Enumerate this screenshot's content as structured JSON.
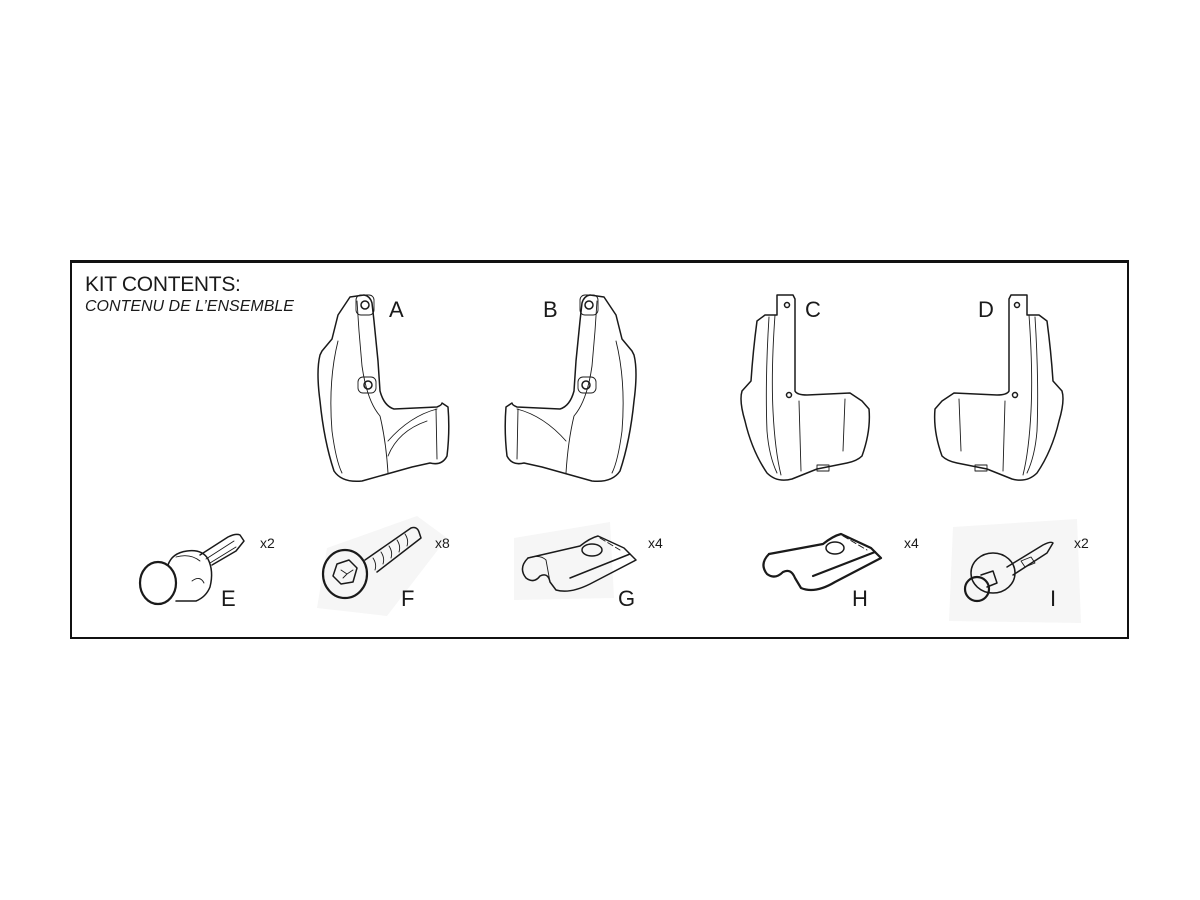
{
  "header": {
    "title": "KIT CONTENTS:",
    "subtitle": "CONTENU DE L’ENSEMBLE"
  },
  "parts": [
    {
      "letter": "A",
      "type": "front-mud-flap-left",
      "qty": ""
    },
    {
      "letter": "B",
      "type": "front-mud-flap-right",
      "qty": ""
    },
    {
      "letter": "C",
      "type": "rear-mud-flap-left",
      "qty": ""
    },
    {
      "letter": "D",
      "type": "rear-mud-flap-right",
      "qty": ""
    },
    {
      "letter": "E",
      "type": "push-clip",
      "qty": "x2"
    },
    {
      "letter": "F",
      "type": "screw",
      "qty": "x8"
    },
    {
      "letter": "G",
      "type": "u-nut-clip",
      "qty": "x4"
    },
    {
      "letter": "H",
      "type": "u-nut-clip",
      "qty": "x4"
    },
    {
      "letter": "I",
      "type": "push-rivet",
      "qty": "x2"
    }
  ]
}
